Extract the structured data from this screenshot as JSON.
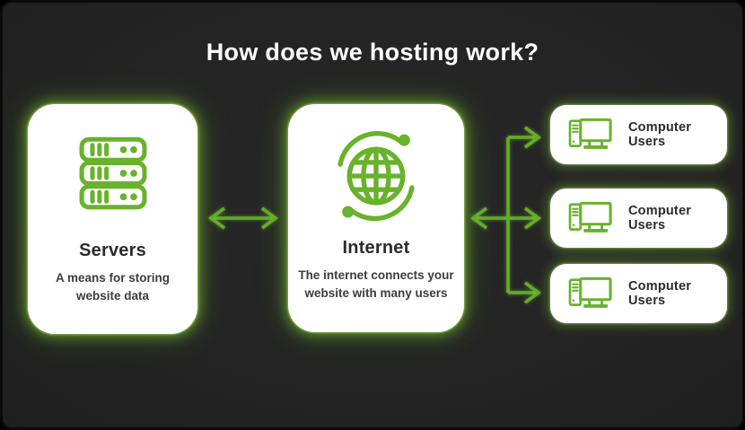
{
  "title": "How does we hosting work?",
  "colors": {
    "background": "#242424",
    "frame_border": "#0a0a0a",
    "card_background": "#ffffff",
    "accent_green": "#68b22c",
    "glow_green": "#8fd93c",
    "title_text": "#ffffff",
    "heading_text": "#2b2b2b",
    "body_text": "#3d3d3d"
  },
  "cards": {
    "servers": {
      "icon": "server-stack-icon",
      "title": "Servers",
      "description": "A means for storing website data"
    },
    "internet": {
      "icon": "globe-icon",
      "title": "Internet",
      "description": "The internet connects your website with many users"
    },
    "users": [
      {
        "icon": "desktop-computer-icon",
        "label": "Computer Users"
      },
      {
        "icon": "desktop-computer-icon",
        "label": "Computer Users"
      },
      {
        "icon": "desktop-computer-icon",
        "label": "Computer Users"
      }
    ]
  },
  "connections": {
    "servers_internet": {
      "type": "double-headed-arrow",
      "direction": "horizontal"
    },
    "internet_users": {
      "type": "double-headed-arrow-with-branches",
      "branches": 3
    }
  }
}
